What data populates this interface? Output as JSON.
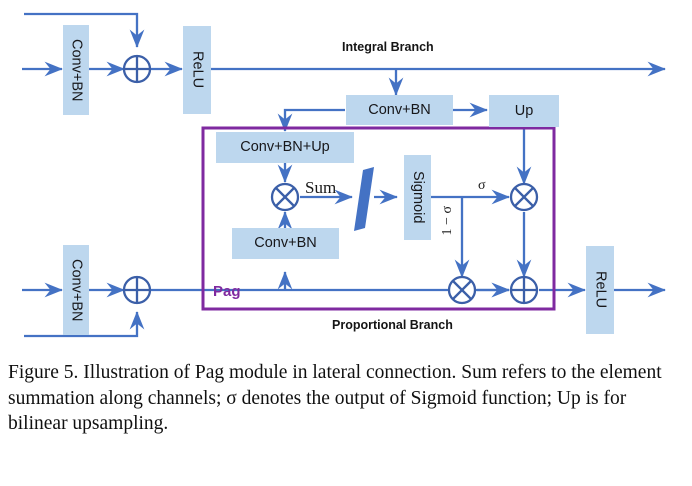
{
  "figure": {
    "colors": {
      "box_fill": "#bdd7ee",
      "arrow_blue": "#4472c4",
      "pag_border": "#7f2aa0",
      "parallelogram": "#4472c4",
      "text": "#17171a"
    },
    "nodes": {
      "top_conv_bn": "Conv+BN",
      "top_relu": "ReLU",
      "mid_conv_bn": "Conv+BN",
      "up": "Up",
      "conv_bn_up": "Conv+BN+Up",
      "sigmoid": "Sigmoid",
      "lower_conv_bn": "Conv+BN",
      "bottom_conv_bn": "Conv+BN",
      "bottom_relu": "ReLU"
    },
    "labels": {
      "integral_branch": "Integral Branch",
      "proportional_branch": "Proportional Branch",
      "pag": "Pag",
      "sum": "Sum",
      "sigma": "σ",
      "one_minus_sigma": "1 − σ"
    },
    "operators": {
      "add": "⊕",
      "multiply": "⊗"
    }
  },
  "caption": {
    "text": "Figure 5. Illustration of Pag module in lateral connection. Sum refers to the element summation along channels; σ denotes the output of Sigmoid function; Up is for bilinear upsampling."
  }
}
